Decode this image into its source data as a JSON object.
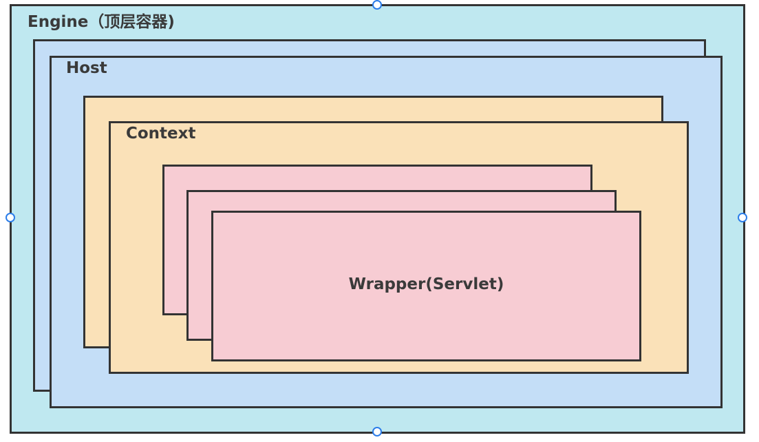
{
  "diagram": {
    "engine": {
      "label": "Engine（顶层容器)",
      "fill": "#bfe8f0"
    },
    "host": {
      "label": "Host",
      "fill": "#c4def7"
    },
    "context": {
      "label": "Context",
      "fill": "#fae1b8"
    },
    "wrapper": {
      "label": "Wrapper(Servlet)",
      "fill": "#f7ccd3"
    },
    "border_color": "#333333",
    "selection_handle_color": "#2b7de9"
  }
}
